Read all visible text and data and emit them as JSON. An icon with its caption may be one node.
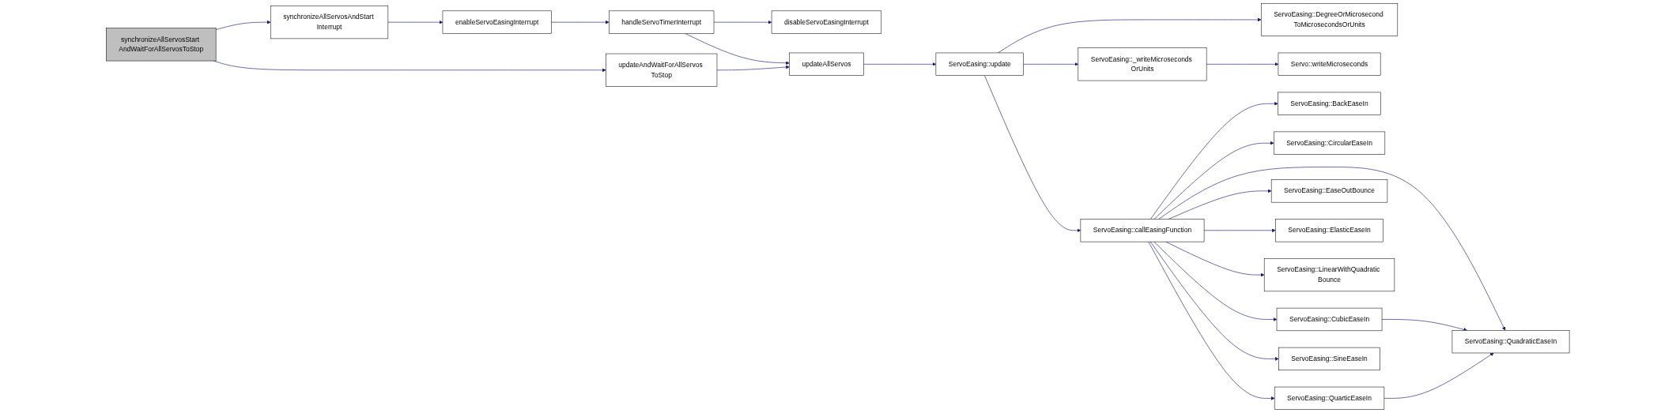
{
  "diagram": {
    "nodes": [
      {
        "text": [
          "synchronizeAllServosStart AndWaitForAllServosToStop"
        ]
      },
      {
        "text": [
          "synchronizeAllServosAndStart Interrupt"
        ]
      },
      {
        "text": [
          "updateAndWaitForAllServos ToStop"
        ]
      },
      {
        "text": [
          "enableServoEasingInterrupt"
        ]
      },
      {
        "text": [
          "handleServoTimerInterrupt"
        ]
      },
      {
        "text": [
          "disableServoEasingInterrupt"
        ]
      },
      {
        "text": [
          "updateAllServos"
        ]
      },
      {
        "text": [
          "ServoEasing::update"
        ]
      },
      {
        "text": [
          "ServoEasing::_writeMicroseconds OrUnits"
        ]
      },
      {
        "text": [
          "ServoEasing::callEasingFunction"
        ]
      },
      {
        "text": [
          "ServoEasing::DegreeOrMicrosecond ToMicrosecondsOrUnits"
        ]
      },
      {
        "text": [
          "Servo::writeMicroseconds"
        ]
      },
      {
        "text": [
          "ServoEasing::BackEaseIn"
        ]
      },
      {
        "text": [
          "ServoEasing::CircularEaseIn"
        ]
      },
      {
        "text": [
          "ServoEasing::CubicEaseIn"
        ]
      },
      {
        "text": [
          "ServoEasing::EaseOutBounce"
        ]
      },
      {
        "text": [
          "ServoEasing::ElasticEaseIn"
        ]
      },
      {
        "text": [
          "ServoEasing::LinearWithQuadratic Bounce"
        ]
      },
      {
        "text": [
          "ServoEasing::QuarticEaseIn"
        ]
      },
      {
        "text": [
          "ServoEasing::SineEaseIn"
        ]
      },
      {
        "text": [
          "ServoEasing::QuadraticEaseIn"
        ]
      }
    ],
    "edges": [
      {
        "from": 0,
        "to": 1,
        "arrow": "to"
      },
      {
        "from": 0,
        "to": 2,
        "arrow": "to"
      },
      {
        "from": 1,
        "to": 3,
        "arrow": "to"
      },
      {
        "from": 3,
        "to": 4,
        "arrow": "to"
      },
      {
        "from": 4,
        "to": 5,
        "arrow": "to"
      },
      {
        "from": 4,
        "to": 6,
        "arrow": "to"
      },
      {
        "from": 2,
        "to": 6,
        "arrow": "to"
      },
      {
        "from": 6,
        "to": 7,
        "arrow": "to"
      },
      {
        "from": 7,
        "to": 8,
        "arrow": "to"
      },
      {
        "from": 7,
        "to": 9,
        "arrow": "to"
      },
      {
        "from": 7,
        "to": 10,
        "arrow": "to"
      },
      {
        "from": 8,
        "to": 11,
        "arrow": "to"
      },
      {
        "from": 9,
        "to": 12,
        "arrow": "to"
      },
      {
        "from": 9,
        "to": 13,
        "arrow": "to"
      },
      {
        "from": 9,
        "to": 14,
        "arrow": "to"
      },
      {
        "from": 9,
        "to": 20,
        "arrow": "to"
      },
      {
        "from": 9,
        "to": 15,
        "arrow": "to"
      },
      {
        "from": 9,
        "to": 16,
        "arrow": "to"
      },
      {
        "from": 9,
        "to": 17,
        "arrow": "to"
      },
      {
        "from": 9,
        "to": 18,
        "arrow": "to"
      },
      {
        "from": 9,
        "to": 19,
        "arrow": "to"
      },
      {
        "from": 14,
        "to": 20,
        "arrow": "to"
      },
      {
        "from": 18,
        "to": 20,
        "arrow": "to"
      }
    ]
  }
}
